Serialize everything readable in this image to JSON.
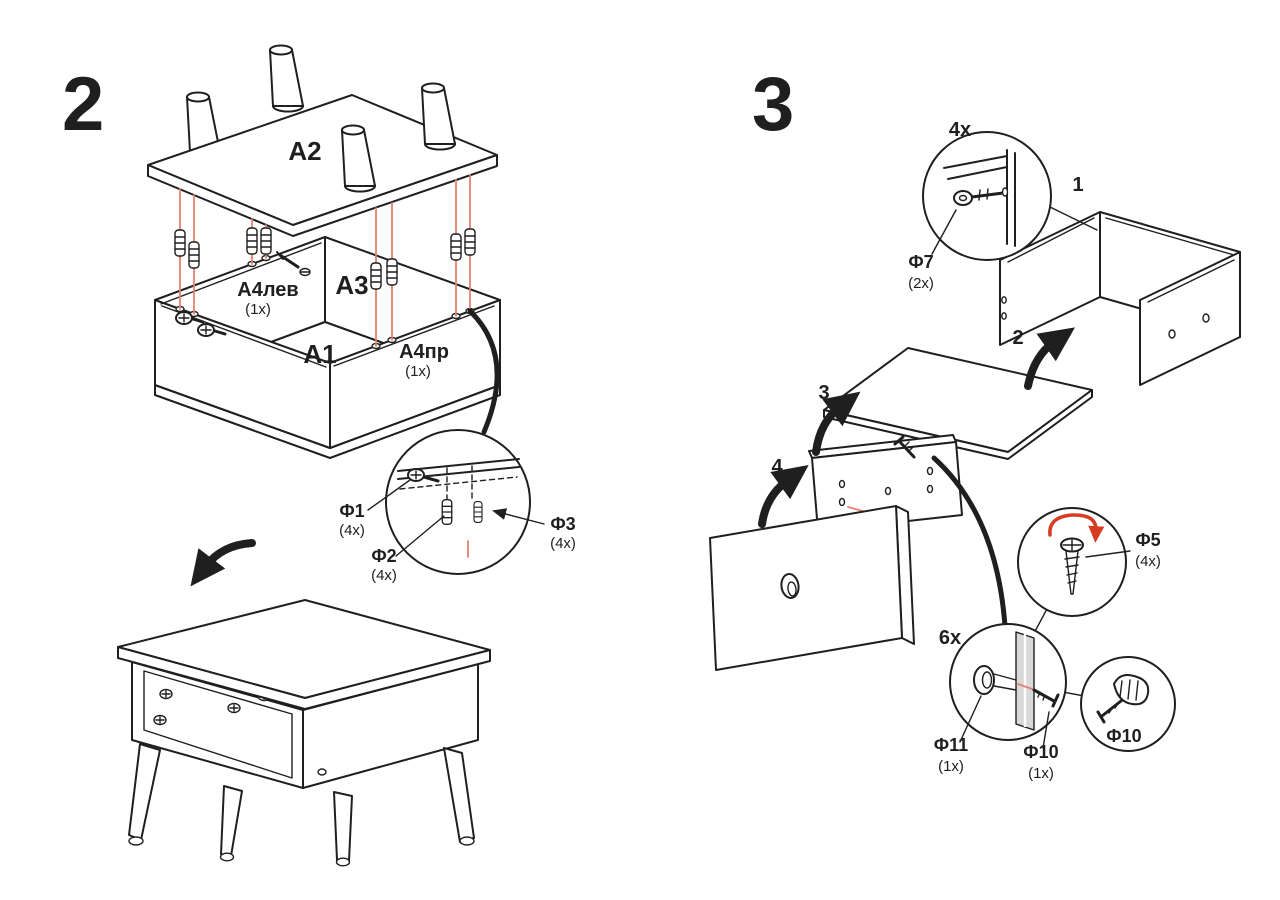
{
  "colors": {
    "ink": "#1f1f1f",
    "accent": "#d63c23",
    "accent_soft": "#e2826e",
    "panel_gray": "#d9d9d9",
    "background": "#ffffff"
  },
  "step2": {
    "number": "2",
    "parts": {
      "a2": "A2",
      "a4lev": "A4лев",
      "a4lev_qty": "(1x)",
      "a3": "A3",
      "a1": "A1",
      "a4pr": "A4пр",
      "a4pr_qty": "(1x)"
    },
    "hardware": {
      "f1": "Ф1",
      "f1_qty": "(4x)",
      "f2": "Ф2",
      "f2_qty": "(4x)",
      "f3": "Ф3",
      "f3_qty": "(4x)"
    }
  },
  "step3": {
    "number": "3",
    "callouts": {
      "corner_qty": "4x",
      "handle_qty": "6x"
    },
    "parts": {
      "p1": "1",
      "p2": "2",
      "p3": "3",
      "p4": "4"
    },
    "hardware": {
      "f7": "Ф7",
      "f7_qty": "(2x)",
      "f5": "Ф5",
      "f5_qty": "(4x)",
      "f11": "Ф11",
      "f11_qty": "(1x)",
      "f10": "Ф10",
      "f10_qty": "(1x)",
      "f10_hand": "Ф10"
    }
  }
}
